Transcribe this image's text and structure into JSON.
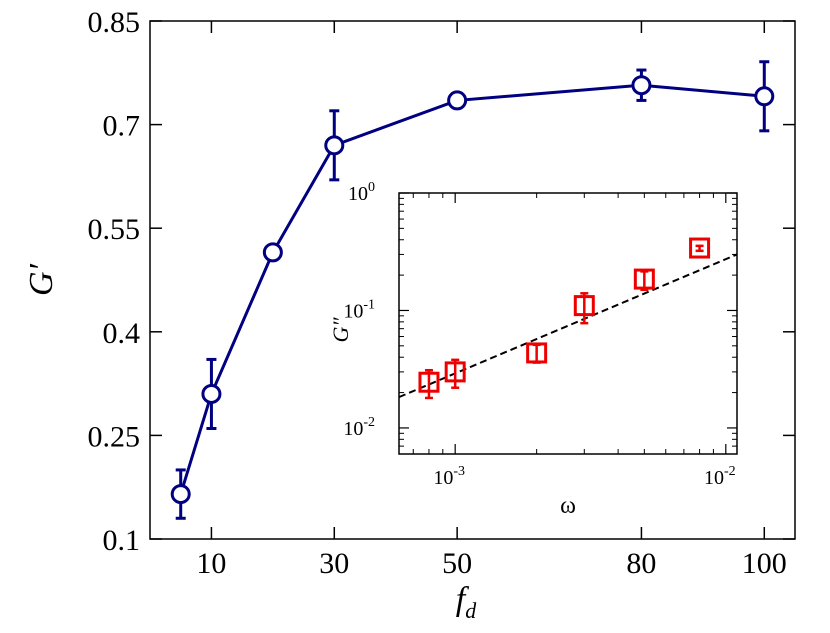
{
  "chart_data": [
    {
      "type": "line",
      "title": "",
      "xlabel": "f",
      "xlabel_sub": "d",
      "ylabel": "G′",
      "xlim": [
        0,
        105
      ],
      "ylim": [
        0.1,
        0.85
      ],
      "x_ticks": [
        10,
        30,
        50,
        80,
        100
      ],
      "x_tick_labels": [
        "10",
        "30",
        "50",
        "80",
        "100"
      ],
      "y_ticks": [
        0.1,
        0.25,
        0.4,
        0.55,
        0.7,
        0.85
      ],
      "y_tick_labels": [
        "0.1",
        "0.25",
        "0.4",
        "0.55",
        "0.7",
        "0.85"
      ],
      "grid": false,
      "color": "#000080",
      "marker": "open-circle",
      "series": [
        {
          "x": [
            5,
            10,
            20,
            30,
            50,
            80,
            100
          ],
          "y": [
            0.165,
            0.31,
            0.515,
            0.67,
            0.735,
            0.757,
            0.741
          ],
          "err": [
            0.035,
            0.05,
            0.0,
            0.05,
            0.005,
            0.022,
            0.05
          ]
        }
      ]
    },
    {
      "type": "scatter",
      "inset": true,
      "title": "",
      "xlabel": "ω",
      "ylabel": "G″",
      "x_scale": "log",
      "y_scale": "log",
      "xlim": [
        0.00062,
        0.011
      ],
      "ylim": [
        0.006,
        1.0
      ],
      "x_ticks": [
        0.001,
        0.01
      ],
      "x_tick_labels": [
        {
          "base": "10",
          "exp": "-3"
        },
        {
          "base": "10",
          "exp": "-2"
        }
      ],
      "y_ticks": [
        0.01,
        0.1,
        1.0
      ],
      "y_tick_labels": [
        {
          "base": "10",
          "exp": "-2"
        },
        {
          "base": "10",
          "exp": "-1"
        },
        {
          "base": "10",
          "exp": "0"
        }
      ],
      "grid": false,
      "color": "#ee0000",
      "marker": "open-square",
      "series": [
        {
          "x": [
            0.0008,
            0.001,
            0.002,
            0.003,
            0.005,
            0.008
          ],
          "y": [
            0.0245,
            0.03,
            0.0435,
            0.11,
            0.185,
            0.34
          ],
          "err_lo": [
            0.0065,
            0.008,
            0.0075,
            0.032,
            0.035,
            0.018
          ],
          "err_hi": [
            0.0065,
            0.008,
            0.0075,
            0.03,
            0.03,
            0.015
          ]
        }
      ],
      "fit_line": {
        "style": "dashed",
        "color": "#000000",
        "x": [
          0.00062,
          0.011
        ],
        "y": [
          0.0183,
          0.3
        ]
      }
    }
  ]
}
